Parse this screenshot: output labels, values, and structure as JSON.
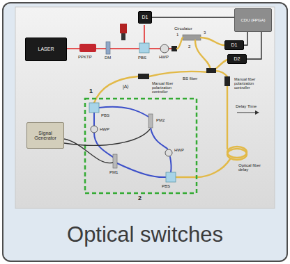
{
  "diagram": {
    "caption": "Optical switches",
    "nodes": [
      {
        "text": [
          "LASER"
        ]
      },
      {
        "text": [
          "D1"
        ]
      },
      {
        "text": [
          "CDU (FPGA)"
        ]
      },
      {
        "text": [
          "D1"
        ]
      },
      {
        "text": [
          "D2"
        ]
      },
      {
        "text": [
          "Signal Generator"
        ]
      }
    ],
    "edges": [
      {
        "from": 1,
        "to": 2,
        "arrow": "none"
      },
      {
        "from": 3,
        "to": 2,
        "arrow": "none"
      },
      {
        "from": 4,
        "to": 2,
        "arrow": "none"
      }
    ],
    "labels": [
      "PPKTP",
      "DM",
      "PBS",
      "HWP",
      "Circulator",
      "1",
      "2",
      "3",
      "BS fiber",
      "|A⟩",
      "Manual fiber polarization controller",
      "Manual fiber polarization controller",
      "1",
      "PBS",
      "HWP",
      "PM2",
      "PM1",
      "HWP",
      "PBS",
      "2",
      "Delay Time",
      "Optical fiber delay"
    ]
  }
}
